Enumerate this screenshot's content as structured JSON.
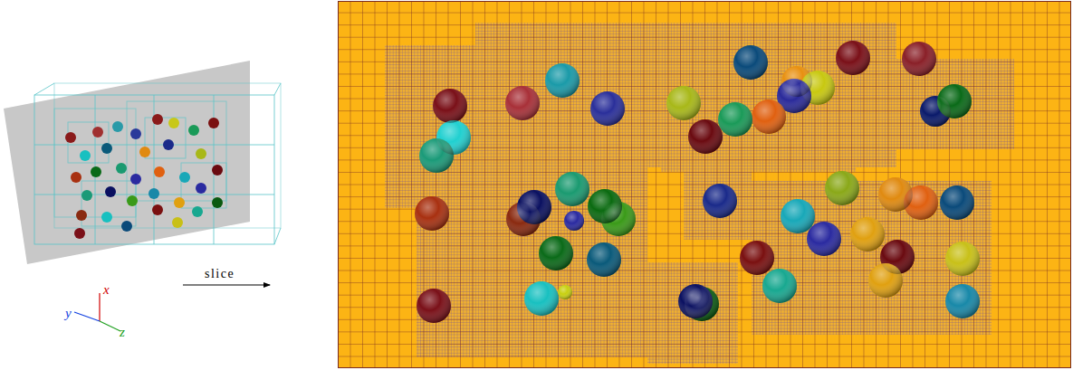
{
  "diagram": {
    "labels": [
      "x",
      "y",
      "z",
      "slice"
    ]
  }
}
